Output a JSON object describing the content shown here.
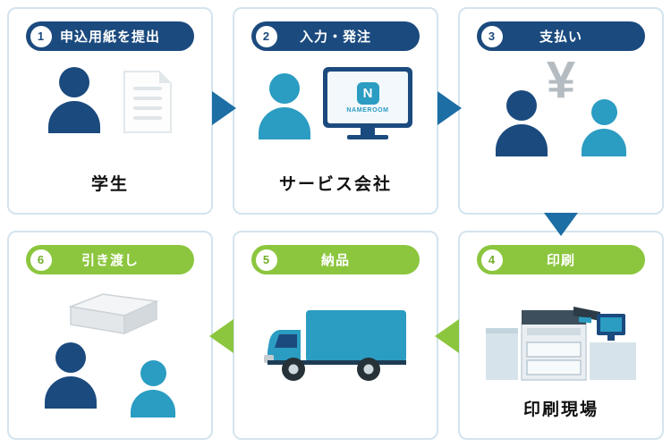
{
  "colors": {
    "navy": "#1b4a7e",
    "teal": "#2b9cc2",
    "green": "#8cc63e",
    "blue_arrow": "#1c6ea4",
    "card_border": "#d3e4ee",
    "yen_gray": "#b4bcc1"
  },
  "steps": [
    {
      "num": "1",
      "title": "申込用紙を提出",
      "caption": "学生",
      "theme": "navy",
      "icon": "person-with-document"
    },
    {
      "num": "2",
      "title": "入力・発注",
      "caption": "サービス会社",
      "theme": "navy",
      "icon": "person-with-monitor"
    },
    {
      "num": "3",
      "title": "支払い",
      "theme": "navy",
      "icon": "two-people-yen"
    },
    {
      "num": "4",
      "title": "印刷",
      "caption": "印刷現場",
      "theme": "green",
      "icon": "printer"
    },
    {
      "num": "5",
      "title": "納品",
      "theme": "green",
      "icon": "truck"
    },
    {
      "num": "6",
      "title": "引き渡し",
      "theme": "green",
      "icon": "package-two-people"
    }
  ],
  "monitor": {
    "logo": "N",
    "brand": "NAMEROOM"
  },
  "symbols": {
    "yen": "¥"
  }
}
